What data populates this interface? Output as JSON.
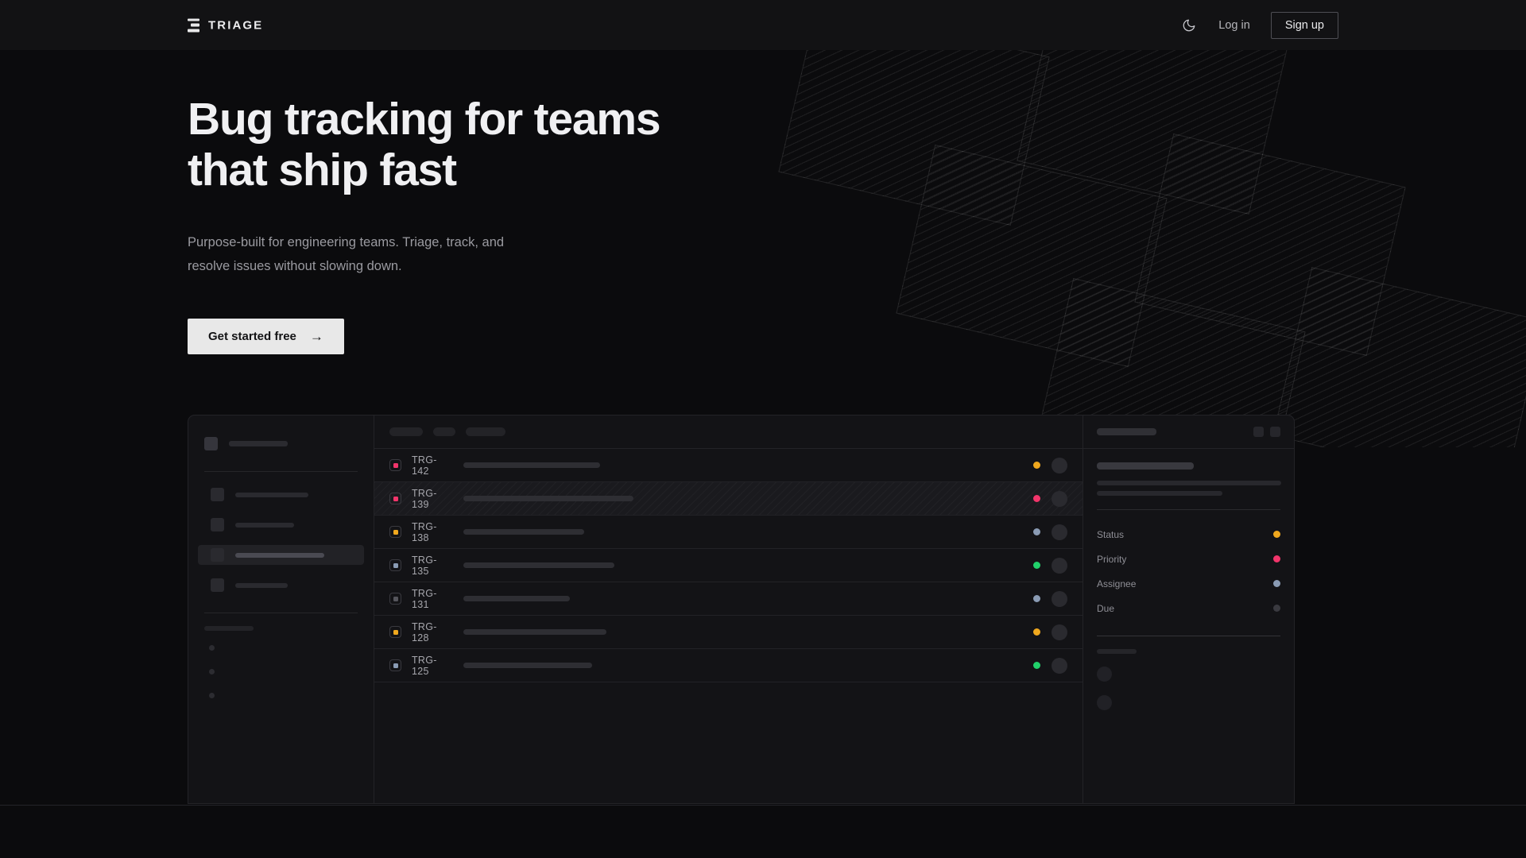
{
  "nav": {
    "brand": "TRIAGE",
    "brand_icon": "triage-bars-icon",
    "theme_icon": "moon-icon",
    "login_label": "Log in",
    "signup_label": "Sign up"
  },
  "hero": {
    "headline": "Bug tracking for teams\nthat ship fast",
    "subhead": "Purpose-built for engineering teams. Triage, track, and\nresolve issues without slowing down.",
    "cta_label": "Get started free",
    "cta_arrow": "→"
  },
  "colors": {
    "page_bg": "#0b0b0d",
    "nav_bg": "#121214",
    "panel_bg": "#131316",
    "border": "#232327",
    "text_primary": "#f0f0f2",
    "text_muted": "#9a9aa0",
    "cta_bg": "#e8e8e8",
    "status_amber": "#f0a81e",
    "status_pink": "#f2356b",
    "status_green": "#21d16b",
    "status_blue_gray": "#8a9bb4",
    "status_gray": "#3a3a40",
    "skeleton": "#2e2e33"
  },
  "app_mockup": {
    "sidebar": {
      "brand_placeholder_width": 74,
      "nav_items": [
        {
          "label_width": 92,
          "active": false
        },
        {
          "label_width": 74,
          "active": false
        },
        {
          "label_width": 112,
          "active": true
        },
        {
          "label_width": 66,
          "active": false
        }
      ],
      "section_dots": 3
    },
    "list": {
      "filter_chips": [
        42,
        28,
        50
      ],
      "rows": [
        {
          "id": "TRG-142",
          "priority_color": "#f2356b",
          "title_width": 172,
          "status_color": "#f0a81e",
          "selected": false
        },
        {
          "id": "TRG-139",
          "priority_color": "#f2356b",
          "title_width": 214,
          "status_color": "#f2356b",
          "selected": true
        },
        {
          "id": "TRG-138",
          "priority_color": "#f0a81e",
          "title_width": 152,
          "status_color": "#8a9bb4",
          "selected": false
        },
        {
          "id": "TRG-135",
          "priority_color": "#8a9bb4",
          "title_width": 190,
          "status_color": "#21d16b",
          "selected": false
        },
        {
          "id": "TRG-131",
          "priority_color": "#55555c",
          "title_width": 134,
          "status_color": "#8a9bb4",
          "selected": false
        },
        {
          "id": "TRG-128",
          "priority_color": "#f0a81e",
          "title_width": 180,
          "status_color": "#f0a81e",
          "selected": false
        },
        {
          "id": "TRG-125",
          "priority_color": "#8a9bb4",
          "title_width": 162,
          "status_color": "#21d16b",
          "selected": false
        }
      ]
    },
    "detail": {
      "header_buttons": 2,
      "description_lines": [
        232,
        158
      ],
      "fields": [
        {
          "key": "Status",
          "value_color": "#f0a81e"
        },
        {
          "key": "Priority",
          "value_color": "#f2356b"
        },
        {
          "key": "Assignee",
          "value_color": "#8a9bb4"
        },
        {
          "key": "Due",
          "value_color": "#3a3a40"
        }
      ],
      "comment_avatars": 2
    }
  }
}
